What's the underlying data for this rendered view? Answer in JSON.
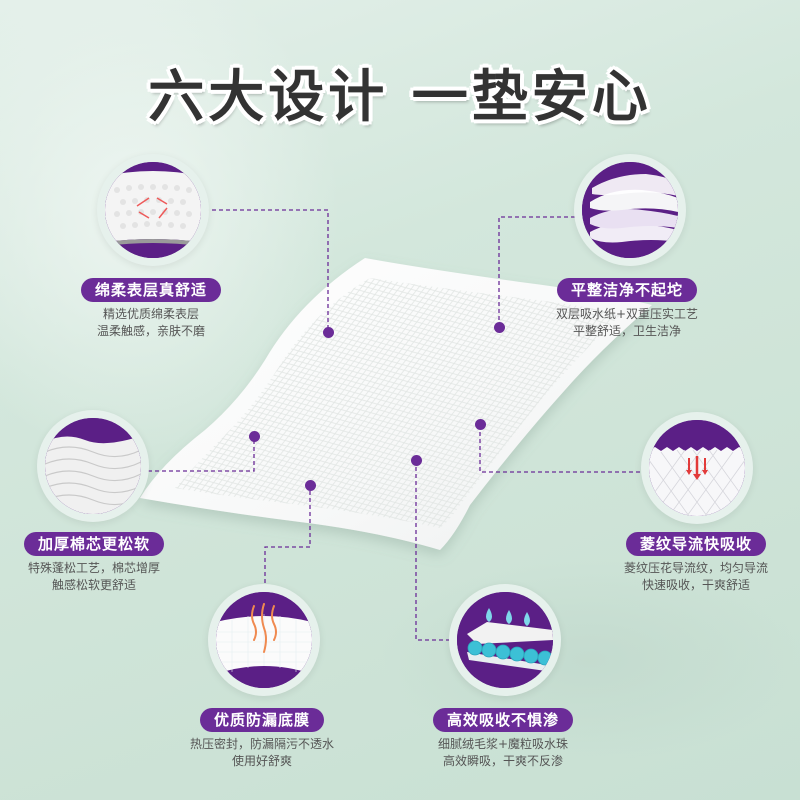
{
  "title": "六大设计 一垫安心",
  "colors": {
    "accent_purple": "#6b2c98",
    "title_text": "#333333",
    "description_text": "#555555",
    "background": "#d3e7dc"
  },
  "features": [
    {
      "id": "soft-surface",
      "icon": "soft-surface-texture-icon",
      "label": "绵柔表层真舒适",
      "desc_line1": "精选优质绵柔表层",
      "desc_line2": "温柔触感，亲肤不磨"
    },
    {
      "id": "flat-clean",
      "icon": "layered-paper-icon",
      "label": "平整洁净不起坨",
      "desc_line1": "双层吸水纸+双重压实工艺",
      "desc_line2": "平整舒适，卫生洁净"
    },
    {
      "id": "thick-core",
      "icon": "fluffy-core-icon",
      "label": "加厚棉芯更松软",
      "desc_line1": "特殊蓬松工艺，棉芯增厚",
      "desc_line2": "触感松软更舒适"
    },
    {
      "id": "diamond-channel",
      "icon": "diamond-pattern-arrows-icon",
      "label": "菱纹导流快吸收",
      "desc_line1": "菱纹压花导流纹，均匀导流",
      "desc_line2": "快速吸收，干爽舒适"
    },
    {
      "id": "leakproof-film",
      "icon": "breathable-film-icon",
      "label": "优质防漏底膜",
      "desc_line1": "热压密封，防漏隔污不透水",
      "desc_line2": "使用好舒爽"
    },
    {
      "id": "high-absorb",
      "icon": "water-drop-beads-icon",
      "label": "高效吸收不惧渗",
      "desc_line1": "细腻绒毛浆+魔粒吸水珠",
      "desc_line2": "高效瞬吸，干爽不反渗"
    }
  ]
}
